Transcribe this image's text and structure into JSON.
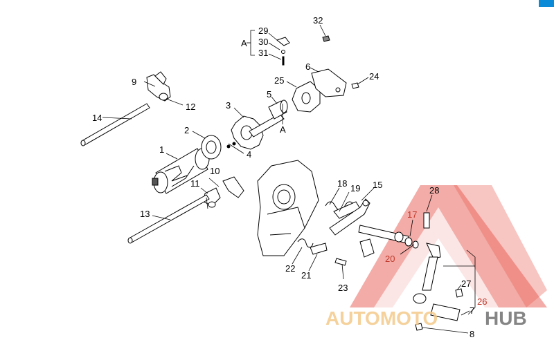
{
  "diagram": {
    "callouts": [
      {
        "id": "c1",
        "text": "1"
      },
      {
        "id": "c2",
        "text": "2"
      },
      {
        "id": "c3",
        "text": "3"
      },
      {
        "id": "c4",
        "text": "4"
      },
      {
        "id": "c5",
        "text": "5"
      },
      {
        "id": "c6",
        "text": "6"
      },
      {
        "id": "c7",
        "text": "7"
      },
      {
        "id": "c8",
        "text": "8"
      },
      {
        "id": "c9",
        "text": "9"
      },
      {
        "id": "c10",
        "text": "10"
      },
      {
        "id": "c11",
        "text": "11"
      },
      {
        "id": "c12",
        "text": "12"
      },
      {
        "id": "c13",
        "text": "13"
      },
      {
        "id": "c14",
        "text": "14"
      },
      {
        "id": "c15",
        "text": "15"
      },
      {
        "id": "c17",
        "text": "17"
      },
      {
        "id": "c18",
        "text": "18"
      },
      {
        "id": "c19",
        "text": "19"
      },
      {
        "id": "c20",
        "text": "20"
      },
      {
        "id": "c21",
        "text": "21"
      },
      {
        "id": "c22",
        "text": "22"
      },
      {
        "id": "c23",
        "text": "23"
      },
      {
        "id": "c24",
        "text": "24"
      },
      {
        "id": "c25",
        "text": "25"
      },
      {
        "id": "c26",
        "text": "26"
      },
      {
        "id": "c27",
        "text": "27"
      },
      {
        "id": "c28",
        "text": "28"
      },
      {
        "id": "c29",
        "text": "29"
      },
      {
        "id": "c30",
        "text": "30"
      },
      {
        "id": "c31",
        "text": "31"
      },
      {
        "id": "c32",
        "text": "32"
      }
    ],
    "marker_a_top": "A",
    "marker_a_bottom": "A"
  },
  "watermark": {
    "part1": "AUTOMOTO",
    "part2": "HUB",
    "color_main": "#f3c98a",
    "color_dark": "#666666",
    "triangle_color": "#e85a4f"
  },
  "corner_badge_color": "#0b8ad8"
}
